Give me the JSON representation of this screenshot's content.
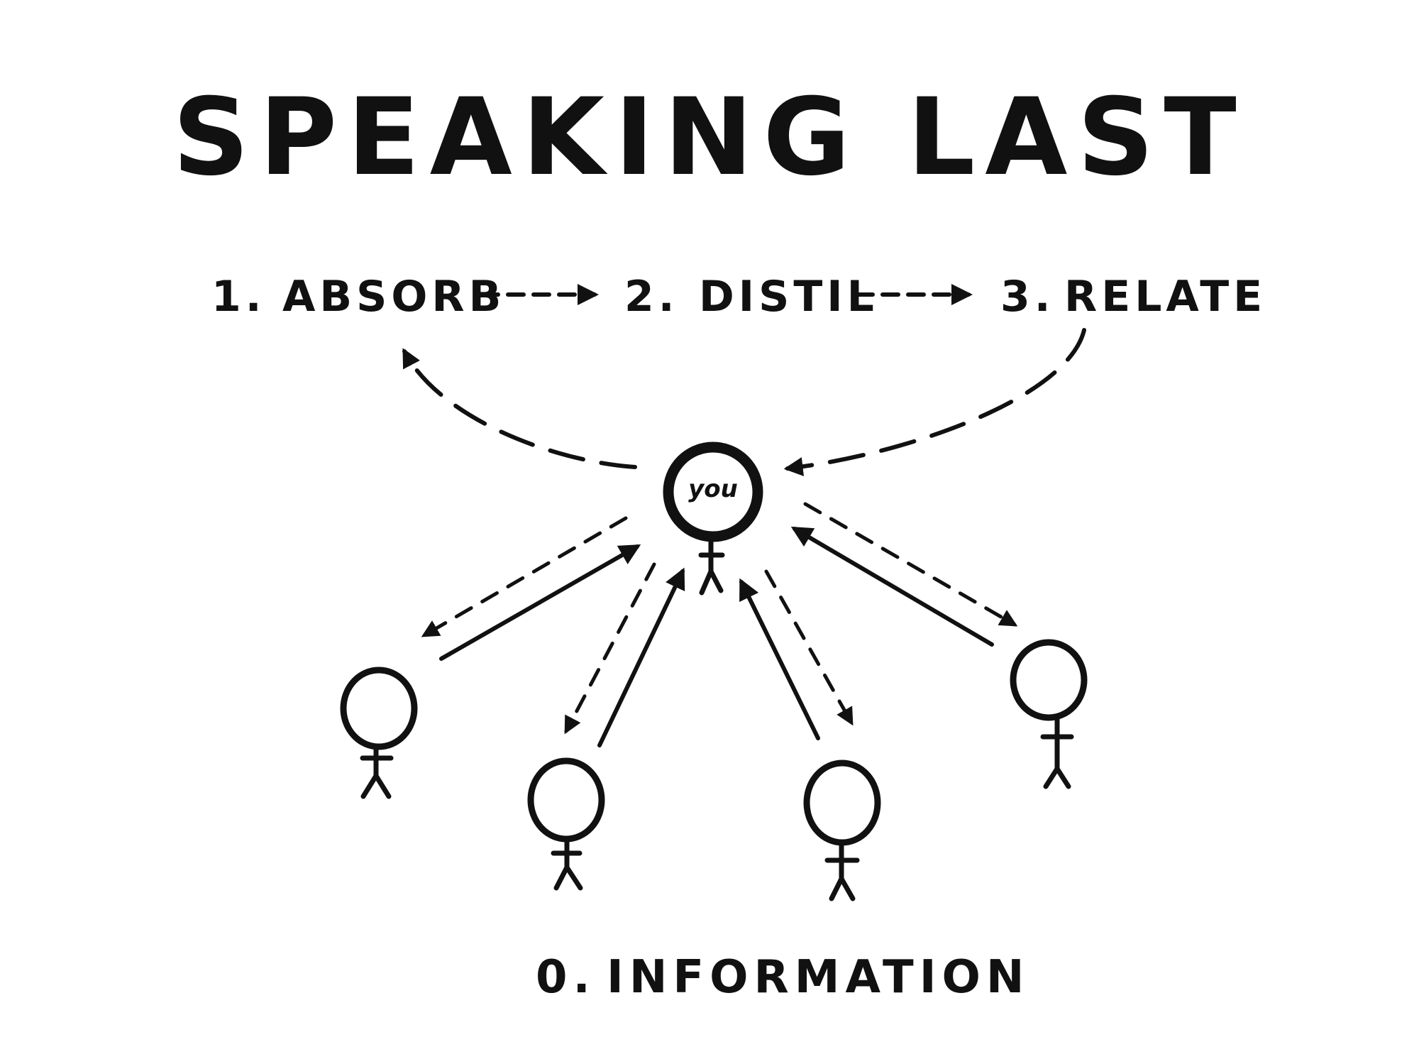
{
  "title": "SPEAKING LAST",
  "steps": [
    {
      "number": "1.",
      "label": "ABSORB"
    },
    {
      "number": "2.",
      "label": "DISTIL"
    },
    {
      "number": "3.",
      "label": "RELATE"
    }
  ],
  "center_person": {
    "label": "you"
  },
  "source": {
    "number": "0.",
    "label": "INFORMATION"
  },
  "colors": {
    "ink": "#111111",
    "background": "#ffffff"
  }
}
